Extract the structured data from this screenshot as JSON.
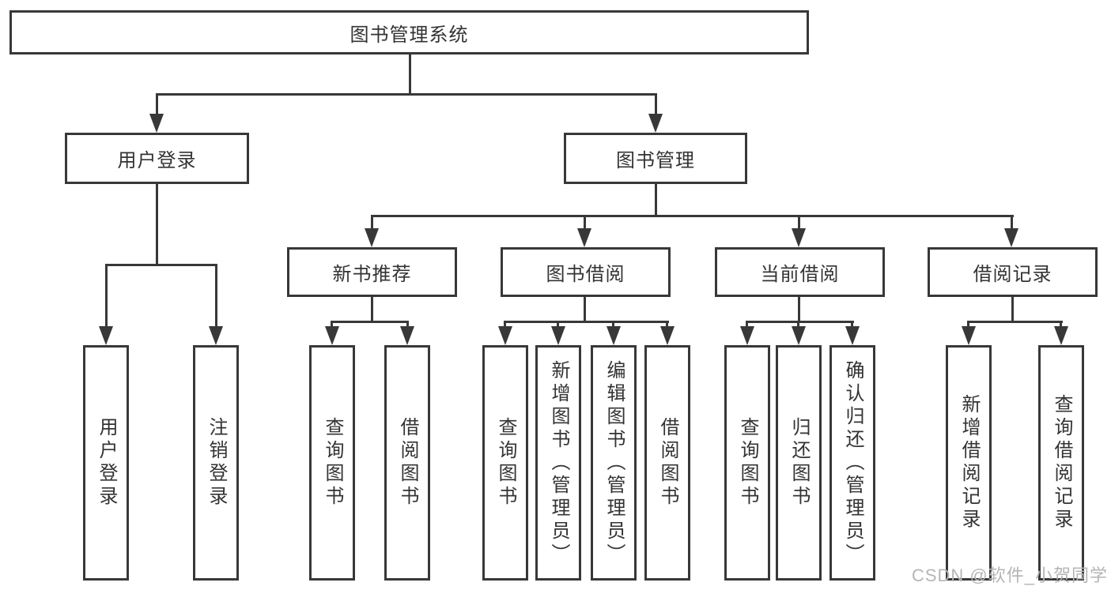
{
  "colors": {
    "line": "#383838",
    "text": "#333333",
    "watermark": "#b5b5b5",
    "background": "#ffffff"
  },
  "watermark": {
    "text": "CSDN @软件_小贺同学"
  },
  "tree": {
    "root": {
      "label": "图书管理系统"
    },
    "branches": [
      {
        "label": "用户登录",
        "children": [
          {
            "label": "用户登录"
          },
          {
            "label": "注销登录"
          }
        ]
      },
      {
        "label": "图书管理",
        "children": [
          {
            "label": "新书推荐",
            "children": [
              {
                "label": "查询图书"
              },
              {
                "label": "借阅图书"
              }
            ]
          },
          {
            "label": "图书借阅",
            "children": [
              {
                "label": "查询图书"
              },
              {
                "label": "新增图书（管理员）"
              },
              {
                "label": "编辑图书（管理员）"
              },
              {
                "label": "借阅图书"
              }
            ]
          },
          {
            "label": "当前借阅",
            "children": [
              {
                "label": "查询图书"
              },
              {
                "label": "归还图书"
              },
              {
                "label": "确认归还（管理员）"
              }
            ]
          },
          {
            "label": "借阅记录",
            "children": [
              {
                "label": "新增借阅记录"
              },
              {
                "label": "查询借阅记录"
              }
            ]
          }
        ]
      }
    ]
  }
}
